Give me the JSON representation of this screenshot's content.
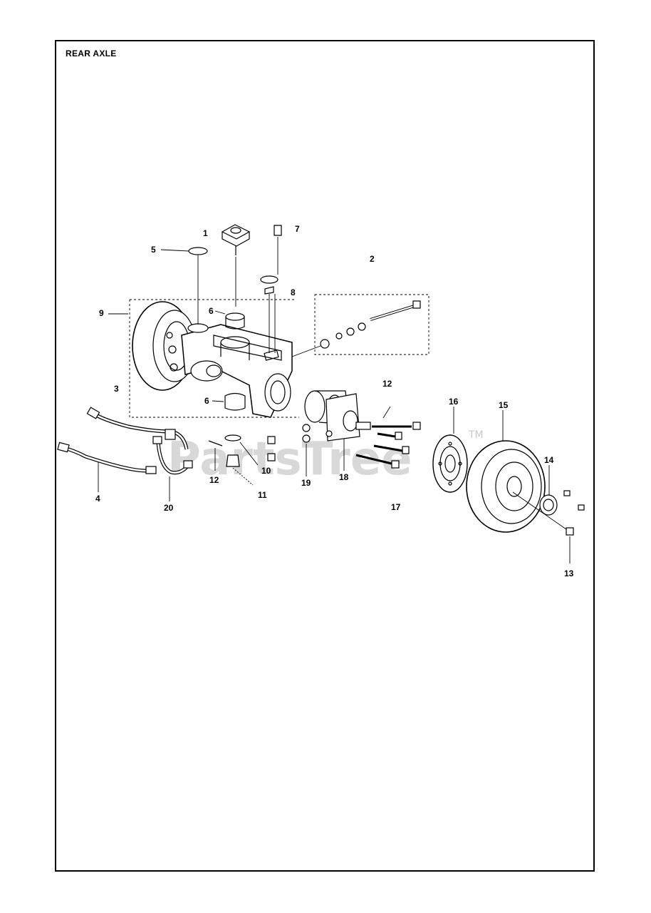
{
  "title": "REAR AXLE",
  "watermark": "PartsTree",
  "watermark_tm": "TM",
  "callouts": [
    {
      "id": "1",
      "text": "1"
    },
    {
      "id": "2",
      "text": "2"
    },
    {
      "id": "3",
      "text": "3"
    },
    {
      "id": "4",
      "text": "4"
    },
    {
      "id": "5",
      "text": "5"
    },
    {
      "id": "6a",
      "text": "6"
    },
    {
      "id": "6b",
      "text": "6"
    },
    {
      "id": "7",
      "text": "7"
    },
    {
      "id": "8",
      "text": "8"
    },
    {
      "id": "9",
      "text": "9"
    },
    {
      "id": "10",
      "text": "10"
    },
    {
      "id": "11",
      "text": "11"
    },
    {
      "id": "12a",
      "text": "12"
    },
    {
      "id": "12b",
      "text": "12"
    },
    {
      "id": "13",
      "text": "13"
    },
    {
      "id": "14",
      "text": "14"
    },
    {
      "id": "15",
      "text": "15"
    },
    {
      "id": "16",
      "text": "16"
    },
    {
      "id": "17",
      "text": "17"
    },
    {
      "id": "18",
      "text": "18"
    },
    {
      "id": "19",
      "text": "19"
    },
    {
      "id": "20",
      "text": "20"
    }
  ]
}
